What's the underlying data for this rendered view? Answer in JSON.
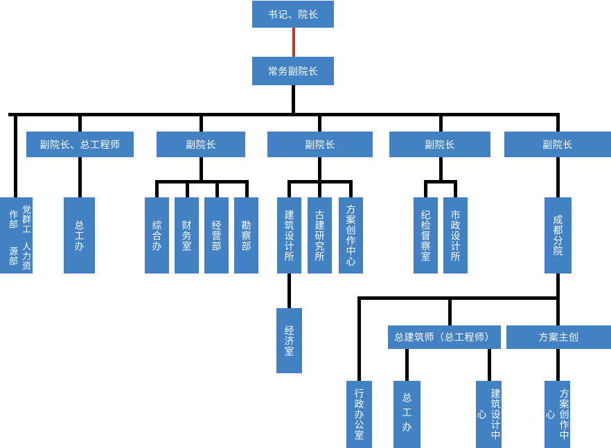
{
  "meta": {
    "title": "组织架构图",
    "box_color": "#4281c4",
    "line_color": "#000000",
    "accent_line_color": "#c0392b",
    "text_color": "#ffffff"
  },
  "nodes": {
    "root": "书记、院长",
    "exec_vp": "常务副院长",
    "vp_chief_engineer": "副院长、总工程师",
    "vp2": "副院长",
    "vp3": "副院长",
    "vp4": "副院长",
    "vp5": "副院长",
    "hr_dept": "人力资源部",
    "party_dept": "党群工作部",
    "chief_eng_office": "总工办",
    "general_office": "综合办",
    "finance_office": "财务室",
    "business_dept": "经营部",
    "survey_dept": "勘察部",
    "arch_design_institute": "建筑设计所",
    "ancient_arch_institute": "古建研究所",
    "scheme_center": "方案创作中心",
    "discipline_office": "纪检督察室",
    "municipal_institute": "市政设计所",
    "chengdu_branch": "成都分院",
    "economics_office": "经济室",
    "chief_architect": "总建筑师（总工程师）",
    "scheme_lead": "方案主创",
    "admin_office": "行政办公室",
    "cd_chief_eng_office": "总工办",
    "arch_design_center": "建筑设计中心",
    "cd_scheme_center": "方案创作中心"
  }
}
